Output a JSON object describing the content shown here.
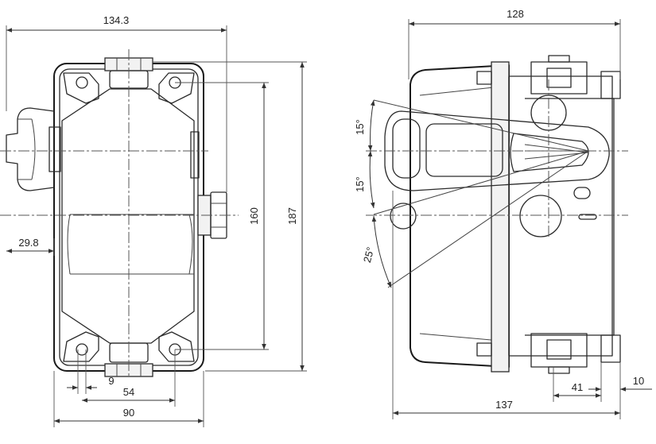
{
  "dimensions": {
    "width_overall": "134.3",
    "offset_left": "29.8",
    "inner_9": "9",
    "inner_54": "54",
    "width_90": "90",
    "height_160": "160",
    "height_187": "187",
    "depth_128": "128",
    "depth_137": "137",
    "dim_41": "41",
    "dim_10": "10",
    "angle_top": "15°",
    "angle_mid": "15°",
    "angle_low": "25°"
  },
  "colors": {
    "line": "#1a1a1a",
    "background": "#ffffff"
  }
}
